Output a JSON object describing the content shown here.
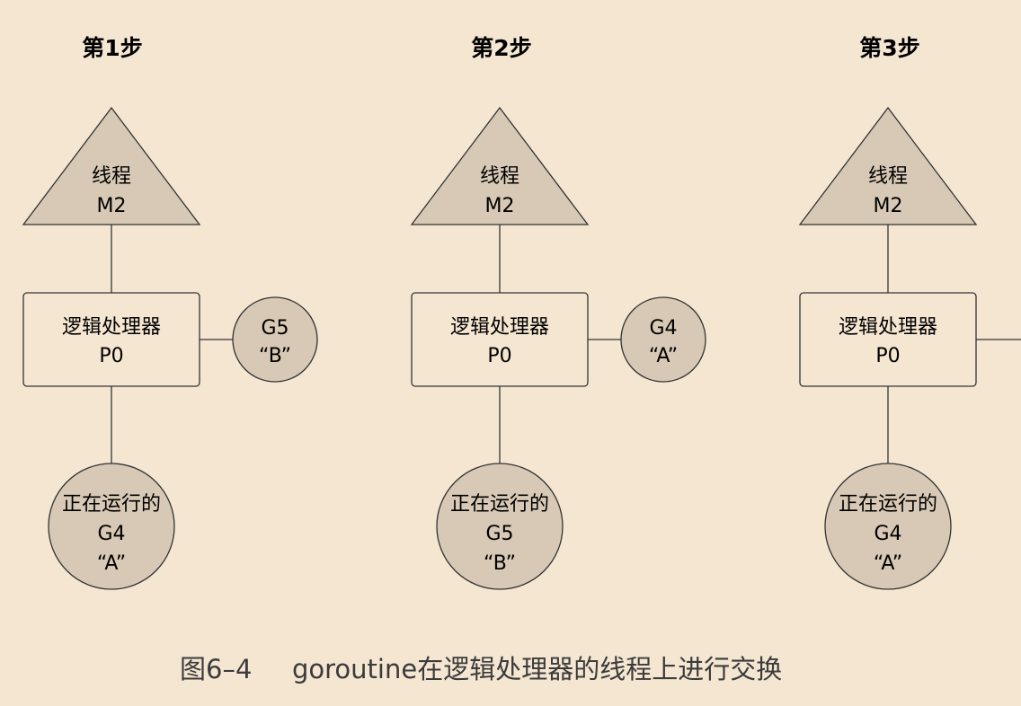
{
  "colors": {
    "background": "#f5e6d2",
    "shape_fill": "#d7c9b5",
    "box_fill": "#f5e6d2",
    "stroke": "#333333",
    "text": "#1a1a1a",
    "caption": "#3b3b3b"
  },
  "steps": [
    {
      "title": "第1步",
      "thread": {
        "line1": "线程",
        "line2": "M2"
      },
      "processor": {
        "line1": "逻辑处理器",
        "line2": "P0"
      },
      "local": {
        "line1": "G5",
        "line2": "“B”"
      },
      "running": {
        "line1": "正在运行的",
        "line2": "G4",
        "line3": "“A”"
      }
    },
    {
      "title": "第2步",
      "thread": {
        "line1": "线程",
        "line2": "M2"
      },
      "processor": {
        "line1": "逻辑处理器",
        "line2": "P0"
      },
      "local": {
        "line1": "G4",
        "line2": "“A”"
      },
      "running": {
        "line1": "正在运行的",
        "line2": "G5",
        "line3": "“B”"
      }
    },
    {
      "title": "第3步",
      "thread": {
        "line1": "线程",
        "line2": "M2"
      },
      "processor": {
        "line1": "逻辑处理器",
        "line2": "P0"
      },
      "running": {
        "line1": "正在运行的",
        "line2": "G4",
        "line3": "“A”"
      }
    }
  ],
  "caption": {
    "label": "图6–4",
    "text": "goroutine在逻辑处理器的线程上进行交换"
  }
}
